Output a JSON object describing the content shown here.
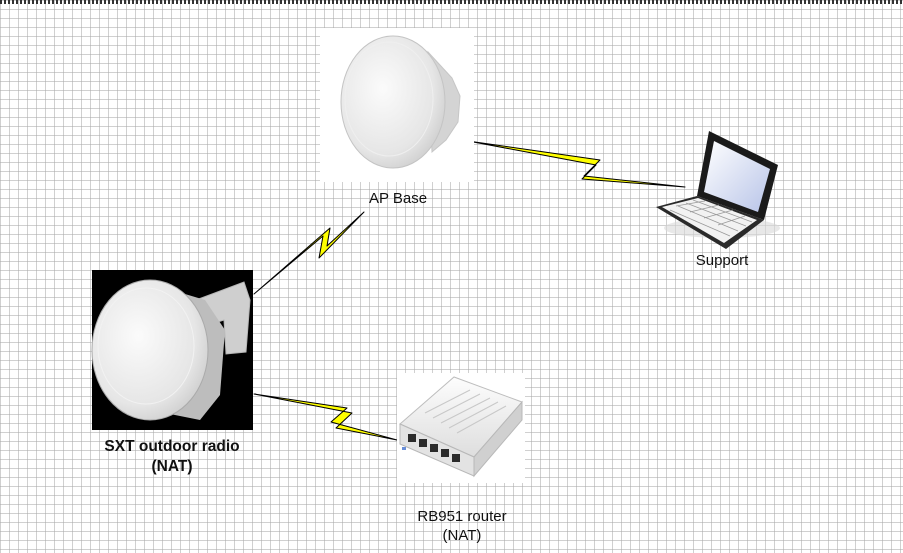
{
  "nodes": {
    "ap_base": {
      "label": "AP Base",
      "icon": "ap-antenna-icon"
    },
    "support": {
      "label": "Support",
      "icon": "laptop-icon"
    },
    "sxt": {
      "label_line1": "SXT outdoor radio",
      "label_line2": "(NAT)",
      "icon": "sxt-radio-icon"
    },
    "rb951": {
      "label_line1": "RB951 router",
      "label_line2": "(NAT)",
      "icon": "router-icon"
    }
  },
  "links": [
    {
      "from": "ap_base",
      "to": "support",
      "type": "wireless"
    },
    {
      "from": "sxt",
      "to": "ap_base",
      "type": "wireless"
    },
    {
      "from": "sxt",
      "to": "rb951",
      "type": "wireless"
    }
  ],
  "colors": {
    "bolt_fill": "#ffff00",
    "bolt_stroke": "#000000",
    "grid": "#aaaaaa"
  }
}
